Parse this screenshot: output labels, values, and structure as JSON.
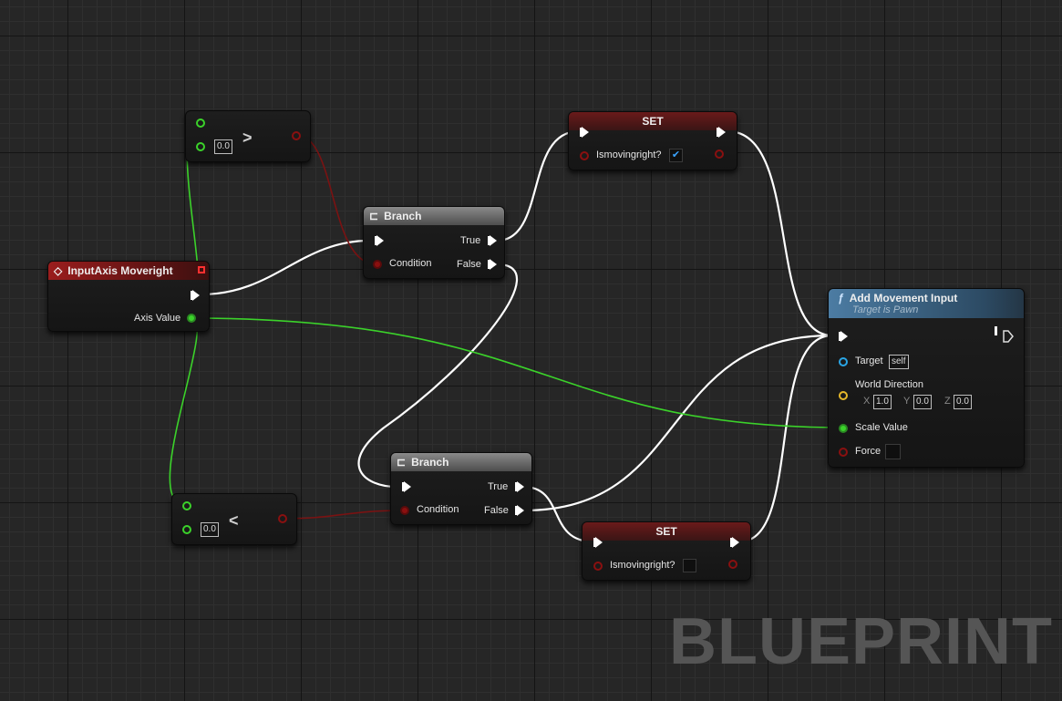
{
  "watermark": "BLUEPRINT",
  "event_node": {
    "title": "InputAxis Moveright",
    "axis_value": "Axis Value"
  },
  "greater_node": {
    "op": ">",
    "value": "0.0"
  },
  "less_node": {
    "op": "<",
    "value": "0.0"
  },
  "branch_top": {
    "title": "Branch",
    "true": "True",
    "false": "False",
    "condition": "Condition"
  },
  "branch_bottom": {
    "title": "Branch",
    "true": "True",
    "false": "False",
    "condition": "Condition"
  },
  "set_top": {
    "title": "SET",
    "var": "Ismovingright?",
    "checked": true
  },
  "set_bottom": {
    "title": "SET",
    "var": "Ismovingright?",
    "checked": false
  },
  "add_movement": {
    "title": "Add Movement Input",
    "subtitle": "Target is Pawn",
    "target_label": "Target",
    "target_value": "self",
    "world_direction": "World Direction",
    "x_label": "X",
    "x_value": "1.0",
    "y_label": "Y",
    "y_value": "0.0",
    "z_label": "Z",
    "z_value": "0.0",
    "scale_value": "Scale Value",
    "force": "Force"
  },
  "icons": {
    "event": "event-diamond-icon",
    "branch": "branch-icon",
    "function": "function-f-icon",
    "check": "✔"
  },
  "colors": {
    "exec_wire": "#ffffff",
    "float_wire": "#3bd22a",
    "bool_wire": "#8a1010",
    "event_header": "#9a1d1d",
    "function_header": "#4c7ca3"
  }
}
